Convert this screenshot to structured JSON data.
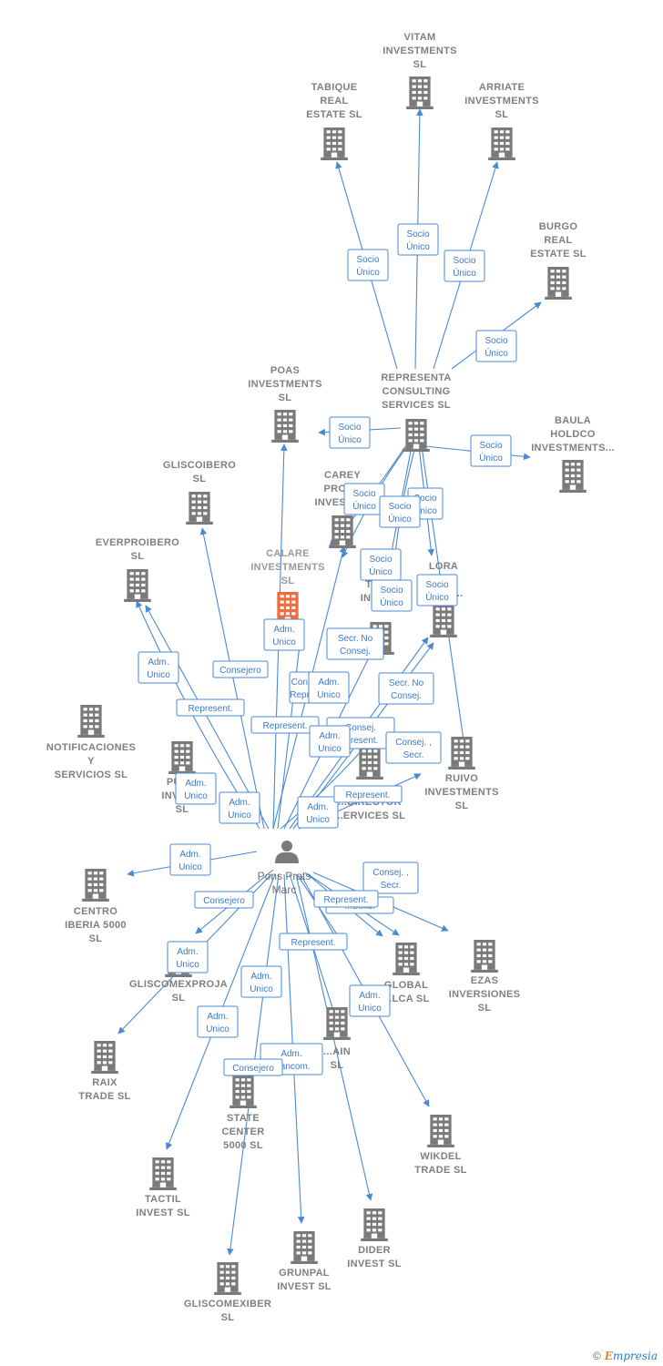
{
  "colors": {
    "edge": "#4a8ad4",
    "building": "#7a7a7a",
    "focus_building": "#f06a3c",
    "person": "#7a7a7a"
  },
  "person": {
    "name_lines": [
      "Pons Prats",
      "Marc"
    ],
    "icon": "person-icon"
  },
  "companies": [
    {
      "id": "vitam",
      "lines": [
        "VITAM",
        "INVESTMENTS",
        "SL"
      ]
    },
    {
      "id": "tabique",
      "lines": [
        "TABIQUE",
        "REAL",
        "ESTATE  SL"
      ]
    },
    {
      "id": "arriate",
      "lines": [
        "ARRIATE",
        "INVESTMENTS",
        "SL"
      ]
    },
    {
      "id": "burgo",
      "lines": [
        "BURGO",
        "REAL",
        "ESTATE  SL"
      ]
    },
    {
      "id": "poas",
      "lines": [
        "POAS",
        "INVESTMENTS",
        "SL"
      ]
    },
    {
      "id": "representa",
      "lines": [
        "REPRESENTA",
        "CONSULTING",
        "SERVICES  SL"
      ]
    },
    {
      "id": "baula",
      "lines": [
        "BAULA",
        "HOLDCO",
        "INVESTMENTS..."
      ]
    },
    {
      "id": "gliscoibero",
      "lines": [
        "GLISCOIBERO",
        "SL"
      ]
    },
    {
      "id": "carey",
      "lines": [
        "CAREY",
        "PROP...",
        "INVESTM..."
      ]
    },
    {
      "id": "everproibero",
      "lines": [
        "EVERPROIBERO",
        "SL"
      ]
    },
    {
      "id": "calare",
      "lines": [
        "CALARE",
        "INVESTMENTS",
        "SL"
      ],
      "focus": true
    },
    {
      "id": "tur",
      "lines": [
        "TUR...",
        "INVES..."
      ]
    },
    {
      "id": "lora",
      "lines": [
        "LORA",
        "...O",
        "...NTS..."
      ]
    },
    {
      "id": "notificaciones",
      "lines": [
        "NOTIFICACIONES",
        "Y",
        "SERVICIOS  SL"
      ]
    },
    {
      "id": "pur",
      "lines": [
        "PUR...",
        "INVER...",
        "SL"
      ]
    },
    {
      "id": "director",
      "lines": [
        "...DIRECTOR",
        "...ERVICES  SL"
      ]
    },
    {
      "id": "ruivo",
      "lines": [
        "RUIVO",
        "INVESTMENTS",
        "SL"
      ]
    },
    {
      "id": "centro",
      "lines": [
        "CENTRO",
        "IBERIA 5000",
        "SL"
      ]
    },
    {
      "id": "gliscomexproja",
      "lines": [
        "GLISCOMEXPROJA",
        "SL"
      ]
    },
    {
      "id": "global",
      "lines": [
        "GLOBAL",
        "...LCA  SL"
      ]
    },
    {
      "id": "ezas",
      "lines": [
        "EZAS",
        "INVERSIONES",
        "SL"
      ]
    },
    {
      "id": "raix",
      "lines": [
        "RAIX",
        "TRADE  SL"
      ]
    },
    {
      "id": "main",
      "lines": [
        "...AIN",
        "SL"
      ]
    },
    {
      "id": "state",
      "lines": [
        "STATE",
        "CENTER",
        "5000  SL"
      ]
    },
    {
      "id": "wikdel",
      "lines": [
        "WIKDEL",
        "TRADE  SL"
      ]
    },
    {
      "id": "tactil",
      "lines": [
        "TACTIL",
        "INVEST  SL"
      ]
    },
    {
      "id": "dider",
      "lines": [
        "DIDER",
        "INVEST  SL"
      ]
    },
    {
      "id": "grunpal",
      "lines": [
        "GRUNPAL",
        "INVEST  SL"
      ]
    },
    {
      "id": "gliscomexiber",
      "lines": [
        "GLISCOMEXIBER",
        "SL"
      ]
    }
  ],
  "relations": [
    {
      "lines": [
        "Socio",
        "Único"
      ]
    },
    {
      "lines": [
        "Socio",
        "Único"
      ]
    },
    {
      "lines": [
        "Socio",
        "Único"
      ]
    },
    {
      "lines": [
        "Socio",
        "Único"
      ]
    },
    {
      "lines": [
        "Socio",
        "Único"
      ]
    },
    {
      "lines": [
        "Socio",
        "Único"
      ]
    },
    {
      "lines": [
        "Socio",
        "Único"
      ]
    },
    {
      "lines": [
        "Socio",
        "Único"
      ]
    },
    {
      "lines": [
        "Socio",
        "Único"
      ]
    },
    {
      "lines": [
        "Socio",
        "Único"
      ]
    },
    {
      "lines": [
        "Socio",
        "Único"
      ]
    },
    {
      "lines": [
        "Socio",
        "Único"
      ]
    },
    {
      "lines": [
        "Adm.",
        "Unico"
      ]
    },
    {
      "lines": [
        "Secr.  No",
        "Consej."
      ]
    },
    {
      "lines": [
        "Adm.",
        "Unico"
      ]
    },
    {
      "lines": [
        "Consejero"
      ]
    },
    {
      "lines": [
        "Con...",
        "Repr..."
      ]
    },
    {
      "lines": [
        "Adm.",
        "Unico"
      ]
    },
    {
      "lines": [
        "Secr.  No",
        "Consej."
      ]
    },
    {
      "lines": [
        "Represent."
      ]
    },
    {
      "lines": [
        "Represent."
      ]
    },
    {
      "lines": [
        "Consej.",
        "...resent."
      ]
    },
    {
      "lines": [
        "Adm.",
        "Unico"
      ]
    },
    {
      "lines": [
        "Consej. ,",
        "Secr."
      ]
    },
    {
      "lines": [
        "Adm.",
        "Unico"
      ]
    },
    {
      "lines": [
        "Adm.",
        "Unico"
      ]
    },
    {
      "lines": [
        "Adm.",
        "Unico"
      ]
    },
    {
      "lines": [
        "Represent."
      ]
    },
    {
      "lines": [
        "Adm.",
        "Unico"
      ]
    },
    {
      "lines": [
        "Consej. ,",
        "Secr."
      ]
    },
    {
      "lines": [
        "...Solid."
      ]
    },
    {
      "lines": [
        "Consejero"
      ]
    },
    {
      "lines": [
        "Represent."
      ]
    },
    {
      "lines": [
        "Adm.",
        "Unico"
      ]
    },
    {
      "lines": [
        "Represent."
      ]
    },
    {
      "lines": [
        "Adm.",
        "Unico"
      ]
    },
    {
      "lines": [
        "Adm.",
        "Unico"
      ]
    },
    {
      "lines": [
        "Adm.",
        "Unico"
      ]
    },
    {
      "lines": [
        "Adm.",
        "Mancom."
      ]
    },
    {
      "lines": [
        "Consejero"
      ]
    }
  ],
  "brand": {
    "copyright": "©",
    "name": "Empresia",
    "name_first": "E",
    "name_rest": "mpresia"
  }
}
